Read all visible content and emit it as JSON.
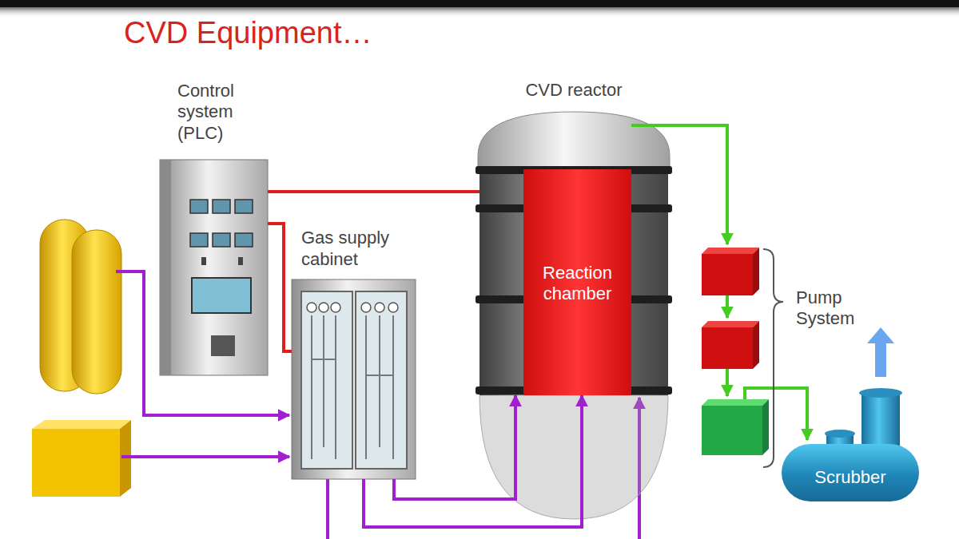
{
  "diagram": {
    "title": "CVD Equipment…",
    "nodes": [
      {
        "text": [
          "Control system (PLC)"
        ]
      },
      {
        "text": [
          "Gas supply cabinet"
        ]
      },
      {
        "text": [
          "CVD reactor"
        ]
      },
      {
        "text": [
          "Reaction chamber"
        ],
        "in": 2
      },
      {
        "text": [
          "Scrubber"
        ]
      }
    ],
    "edges": [
      {
        "from": 0,
        "to": 2,
        "arrow": "none"
      },
      {
        "from": 0,
        "to": 1,
        "arrow": "none"
      },
      {
        "from": 1,
        "to": 2,
        "arrow": "to"
      },
      {
        "from": 1,
        "to": 2,
        "arrow": "to"
      }
    ],
    "labels": [
      "Pump System"
    ]
  }
}
